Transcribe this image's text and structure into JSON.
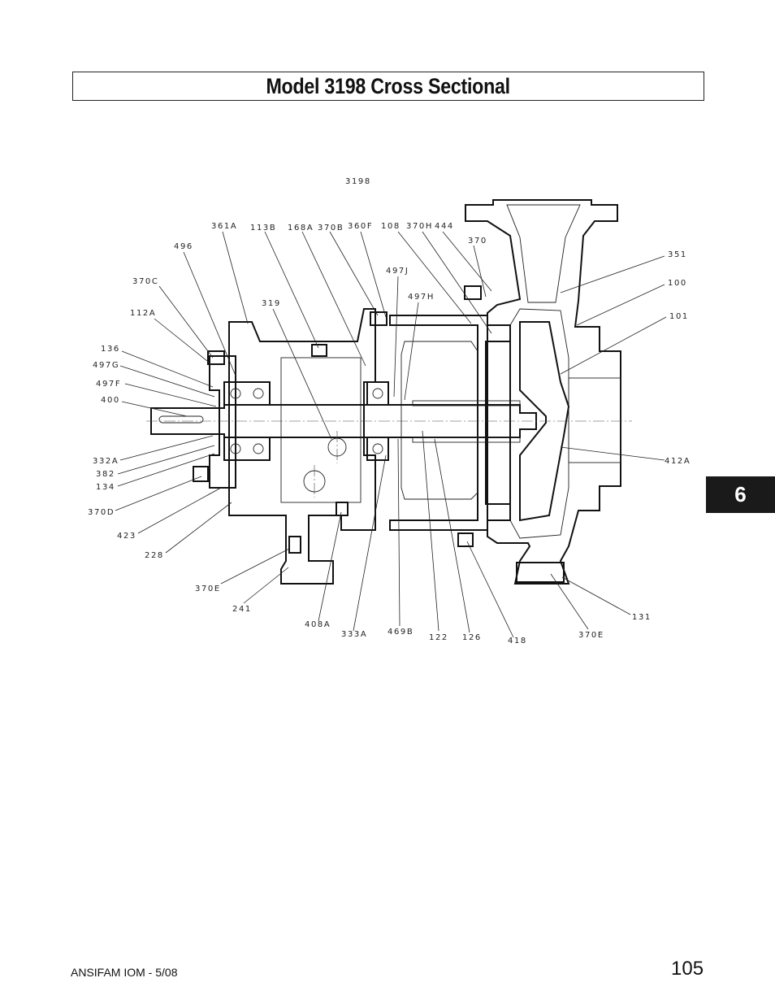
{
  "page": {
    "title": "Model 3198 Cross Sectional",
    "section_tab": "6",
    "footer_left": "ANSIFAM IOM - 5/08",
    "page_number": "105"
  },
  "diagram": {
    "model_label": "3198",
    "part_labels": [
      {
        "id": "361a",
        "text": "361A"
      },
      {
        "id": "113b",
        "text": "113B"
      },
      {
        "id": "168a",
        "text": "168A"
      },
      {
        "id": "370b",
        "text": "370B"
      },
      {
        "id": "360f",
        "text": "360F"
      },
      {
        "id": "108",
        "text": "108"
      },
      {
        "id": "370h",
        "text": "370H"
      },
      {
        "id": "444",
        "text": "444"
      },
      {
        "id": "370",
        "text": "370"
      },
      {
        "id": "351",
        "text": "351"
      },
      {
        "id": "100",
        "text": "100"
      },
      {
        "id": "101",
        "text": "101"
      },
      {
        "id": "496",
        "text": "496"
      },
      {
        "id": "370c",
        "text": "370C"
      },
      {
        "id": "112a",
        "text": "112A"
      },
      {
        "id": "319",
        "text": "319"
      },
      {
        "id": "497j",
        "text": "497J"
      },
      {
        "id": "497h",
        "text": "497H"
      },
      {
        "id": "136",
        "text": "136"
      },
      {
        "id": "497g",
        "text": "497G"
      },
      {
        "id": "497f",
        "text": "497F"
      },
      {
        "id": "400",
        "text": "400"
      },
      {
        "id": "332a",
        "text": "332A"
      },
      {
        "id": "382",
        "text": "382"
      },
      {
        "id": "134",
        "text": "134"
      },
      {
        "id": "370d",
        "text": "370D"
      },
      {
        "id": "423",
        "text": "423"
      },
      {
        "id": "228",
        "text": "228"
      },
      {
        "id": "370e-left",
        "text": "370E"
      },
      {
        "id": "241",
        "text": "241"
      },
      {
        "id": "408a",
        "text": "408A"
      },
      {
        "id": "333a",
        "text": "333A"
      },
      {
        "id": "469b",
        "text": "469B"
      },
      {
        "id": "122",
        "text": "122"
      },
      {
        "id": "126",
        "text": "126"
      },
      {
        "id": "418",
        "text": "418"
      },
      {
        "id": "370e-right",
        "text": "370E"
      },
      {
        "id": "131",
        "text": "131"
      },
      {
        "id": "412a",
        "text": "412A"
      }
    ]
  }
}
